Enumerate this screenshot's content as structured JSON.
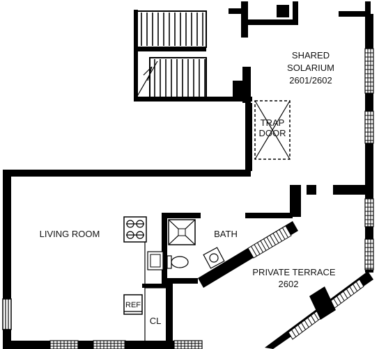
{
  "rooms": {
    "shared_solarium": {
      "line1": "SHARED",
      "line2": "SOLARIUM",
      "line3": "2601/2602"
    },
    "trap_door": {
      "line1": "TRAP",
      "line2": "DOOR"
    },
    "living_room": "LIVING ROOM",
    "bath": "BATH",
    "private_terrace": {
      "line1": "PRIVATE TERRACE",
      "line2": "2602"
    },
    "closet": "CL",
    "refrigerator": "REF"
  },
  "colors": {
    "wall": "#000000",
    "background": "#ffffff"
  }
}
